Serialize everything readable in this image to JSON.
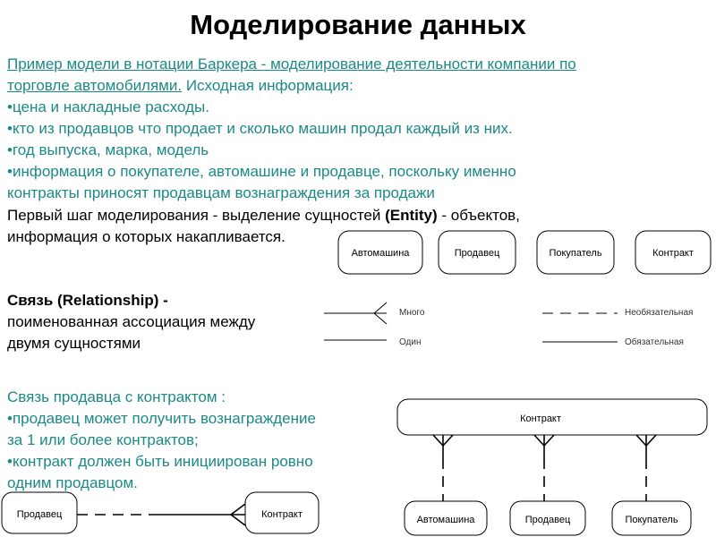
{
  "title": "Моделирование данных",
  "intro": {
    "line1": "Пример модели в нотации Баркера - моделирование деятельности компании по",
    "line2_underlined": "торговле автомобилями.",
    "line2_rest": " Исходная информация:",
    "bullets": [
      "•цена и накладные расходы.",
      "•кто из продавцов что продает и сколько машин продал каждый из них.",
      "•год выпуска, марка, модель",
      "•информация о покупателе, автомашине и продавце, поскольку именно",
      "контракты приносят продавцам вознаграждения за продажи"
    ]
  },
  "entity_step": {
    "line1_before": "Первый шаг моделирования - выделение сущностей ",
    "line1_bold": "(Entity)",
    "line1_after": " - объектов,",
    "line2": "информация о которых накапливается."
  },
  "relationship_def": {
    "line1": "Связь (Relationship) -",
    "line2": "поименованная ассоциация между",
    "line3": "двумя сущностями"
  },
  "seller_contract": {
    "header": "Связь продавца с контрактом :",
    "lines": [
      "•продавец может получить вознаграждение",
      "за 1 или более контрактов;",
      "•контракт должен быть инициирован ровно",
      "одним продавцом."
    ]
  },
  "entities_row": [
    "Автомашина",
    "Продавец",
    "Покупатель",
    "Контракт"
  ],
  "legend": {
    "many": "Много",
    "one": "Один",
    "optional": "Необязательная",
    "mandatory": "Обязательная"
  },
  "seller_contract_diagram": {
    "left": "Продавец",
    "right": "Контракт"
  },
  "contract_diagram": {
    "top": "Контракт",
    "bottom": [
      "Автомашина",
      "Продавец",
      "Покупатель"
    ]
  }
}
